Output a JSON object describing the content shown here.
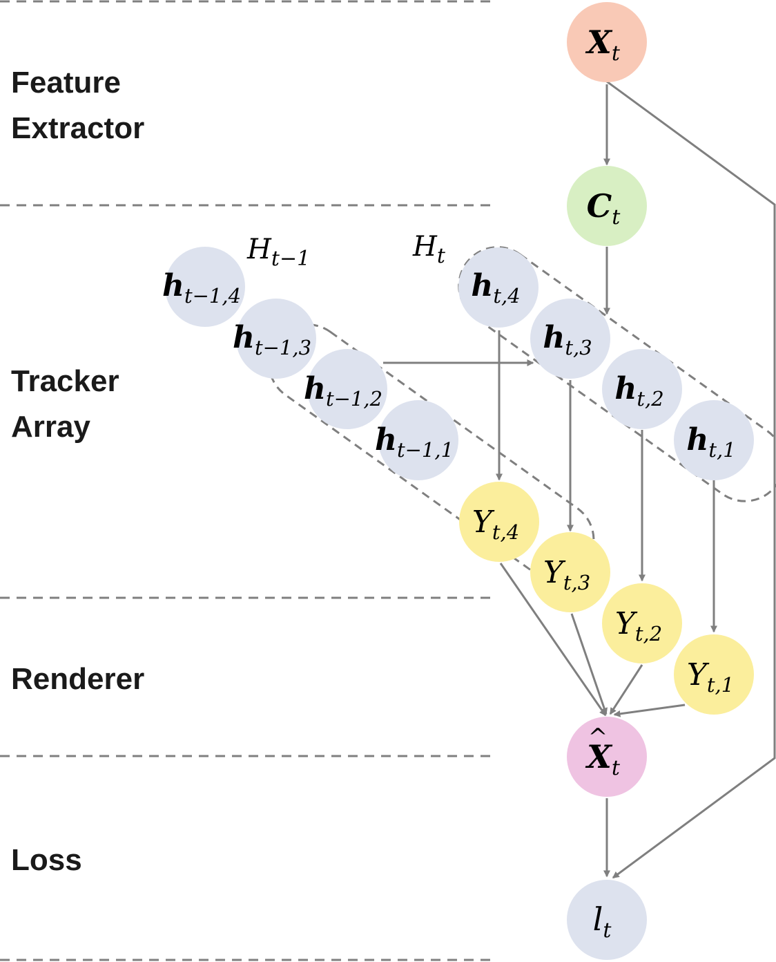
{
  "stages": {
    "feature_extractor": [
      "Feature",
      "Extractor"
    ],
    "tracker_array": [
      "Tracker",
      "Array"
    ],
    "renderer": "Renderer",
    "loss": "Loss"
  },
  "nodes": {
    "input": {
      "symbol": "X",
      "subscript": "t",
      "color": "#f9c9b6"
    },
    "feature": {
      "symbol": "C",
      "subscript": "t",
      "color": "#d8efc3"
    },
    "reconstruction": {
      "symbol": "X",
      "accent": "^",
      "subscript": "t",
      "color": "#efc3e2"
    },
    "loss": {
      "symbol": "l",
      "subscript": "t",
      "color": "#dde2ee"
    },
    "set_prev": {
      "symbol": "H",
      "subscript": "t−1"
    },
    "set_curr": {
      "symbol": "H",
      "subscript": "t"
    },
    "trackers_prev": [
      {
        "symbol": "h",
        "subscript": "t−1,4"
      },
      {
        "symbol": "h",
        "subscript": "t−1,3"
      },
      {
        "symbol": "h",
        "subscript": "t−1,2"
      },
      {
        "symbol": "h",
        "subscript": "t−1,1"
      }
    ],
    "trackers_curr": [
      {
        "symbol": "h",
        "subscript": "t,4"
      },
      {
        "symbol": "h",
        "subscript": "t,3"
      },
      {
        "symbol": "h",
        "subscript": "t,2"
      },
      {
        "symbol": "h",
        "subscript": "t,1"
      }
    ],
    "outputs": [
      {
        "symbol": "Y",
        "subscript": "t,4"
      },
      {
        "symbol": "Y",
        "subscript": "t,3"
      },
      {
        "symbol": "Y",
        "subscript": "t,2"
      },
      {
        "symbol": "Y",
        "subscript": "t,1"
      }
    ],
    "tracker_color": "#dde2ee",
    "output_color": "#fbee9c"
  },
  "colors": {
    "arrow": "#7f7f7f",
    "divider": "#7f7f7f",
    "set_border": "#7f7f7f"
  }
}
